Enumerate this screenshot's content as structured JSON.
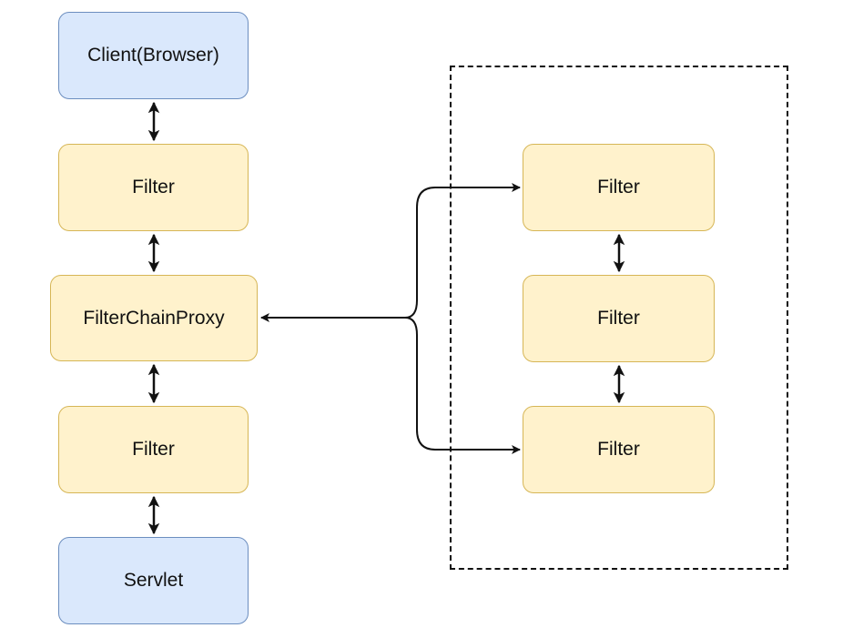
{
  "diagram": {
    "nodes": {
      "client": "Client(Browser)",
      "filter_top": "Filter",
      "proxy": "FilterChainProxy",
      "filter_bottom": "Filter",
      "servlet": "Servlet",
      "chain_filter_1": "Filter",
      "chain_filter_2": "Filter",
      "chain_filter_3": "Filter"
    },
    "colors": {
      "blue_fill": "#dae8fc",
      "blue_stroke": "#6c8ebf",
      "yellow_fill": "#fff2cc",
      "yellow_stroke": "#d6b656",
      "line": "#111111"
    }
  }
}
